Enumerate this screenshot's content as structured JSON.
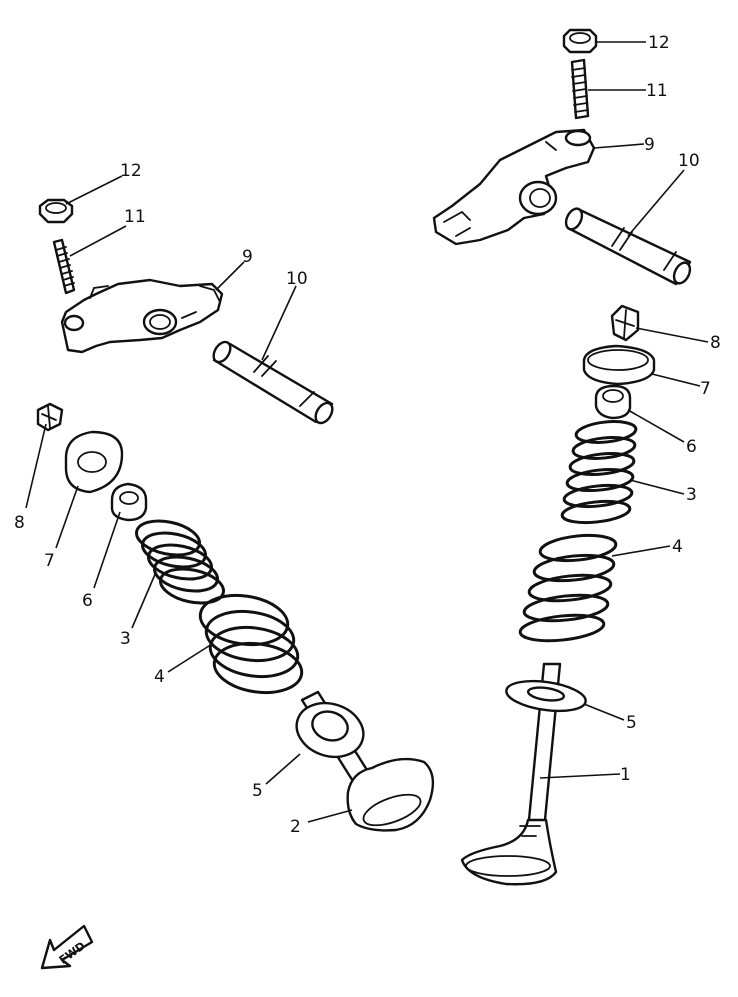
{
  "diagram": {
    "callouts": {
      "left": {
        "n12": "12",
        "n11": "11",
        "n9": "9",
        "n10": "10",
        "n8": "8",
        "n7": "7",
        "n6": "6",
        "n3": "3",
        "n4": "4",
        "n5": "5",
        "n2": "2"
      },
      "right": {
        "n12": "12",
        "n11": "11",
        "n9": "9",
        "n10": "10",
        "n8": "8",
        "n7": "7",
        "n6": "6",
        "n3": "3",
        "n4": "4",
        "n5": "5",
        "n1": "1"
      }
    },
    "fwd_label": "FWD"
  }
}
